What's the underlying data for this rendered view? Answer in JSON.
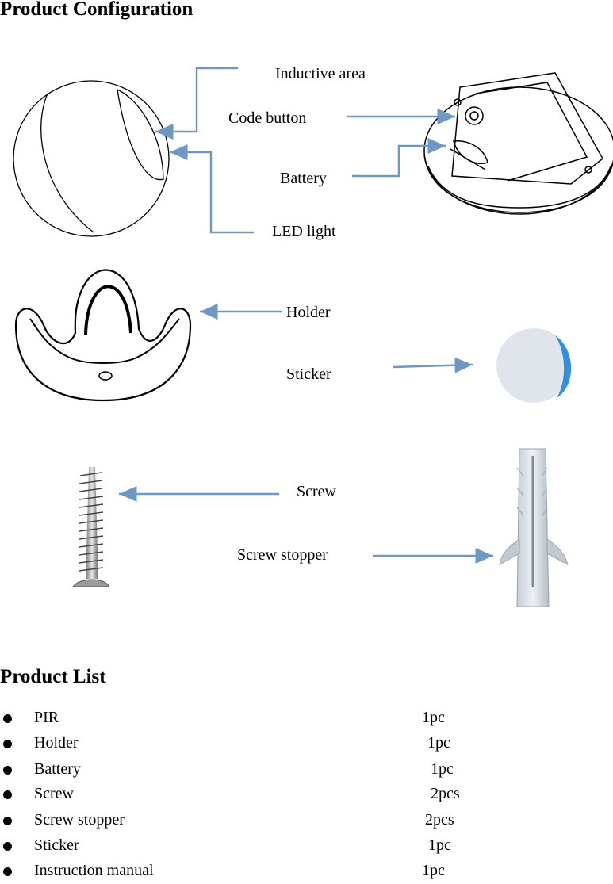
{
  "configuration": {
    "heading": "Product Configuration",
    "labels": {
      "inductive_area": "Inductive area",
      "code_button": "Code button",
      "battery": "Battery",
      "led_light": "LED light",
      "holder": "Holder",
      "sticker": "Sticker",
      "screw": "Screw",
      "screw_stopper": "Screw stopper"
    },
    "arrow_color": "#6f97c4",
    "sticker_accent": "#2f8fe0"
  },
  "product_list": {
    "heading": "Product List",
    "items": [
      {
        "name": "PIR",
        "qty": "1pc"
      },
      {
        "name": "Holder",
        "qty": "1pc"
      },
      {
        "name": "Battery",
        "qty": "1pc"
      },
      {
        "name": "Screw",
        "qty": "2pcs"
      },
      {
        "name": "Screw stopper",
        "qty": "2pcs"
      },
      {
        "name": "Sticker",
        "qty": "1pc"
      },
      {
        "name": "Instruction manual",
        "qty": "1pc"
      }
    ]
  }
}
